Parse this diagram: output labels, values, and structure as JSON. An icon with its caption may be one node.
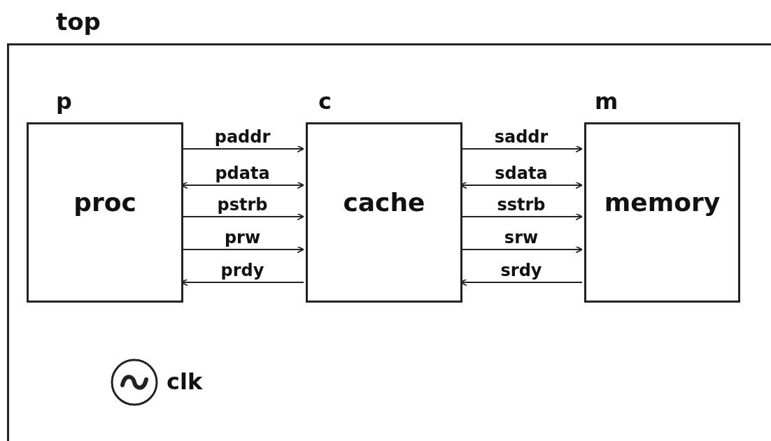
{
  "diagram": {
    "nodes": [
      {
        "text": [
          "top"
        ]
      },
      {
        "text": [
          "p",
          "proc"
        ],
        "in": 0
      },
      {
        "text": [
          "c",
          "cache"
        ],
        "in": 0
      },
      {
        "text": [
          "m",
          "memory"
        ],
        "in": 0
      }
    ],
    "edges": [
      {
        "from": 1,
        "to": 2,
        "arrow": "to",
        "label": "paddr"
      },
      {
        "from": 1,
        "to": 2,
        "arrow": "both",
        "label": "pdata"
      },
      {
        "from": 1,
        "to": 2,
        "arrow": "to",
        "label": "pstrb"
      },
      {
        "from": 1,
        "to": 2,
        "arrow": "to",
        "label": "prw"
      },
      {
        "from": 2,
        "to": 1,
        "arrow": "to",
        "label": "prdy"
      },
      {
        "from": 2,
        "to": 3,
        "arrow": "to",
        "label": "saddr"
      },
      {
        "from": 2,
        "to": 3,
        "arrow": "both",
        "label": "sdata"
      },
      {
        "from": 2,
        "to": 3,
        "arrow": "to",
        "label": "sstrb"
      },
      {
        "from": 2,
        "to": 3,
        "arrow": "to",
        "label": "srw"
      },
      {
        "from": 3,
        "to": 2,
        "arrow": "to",
        "label": "srdy"
      }
    ],
    "labels": [
      "clk"
    ]
  }
}
